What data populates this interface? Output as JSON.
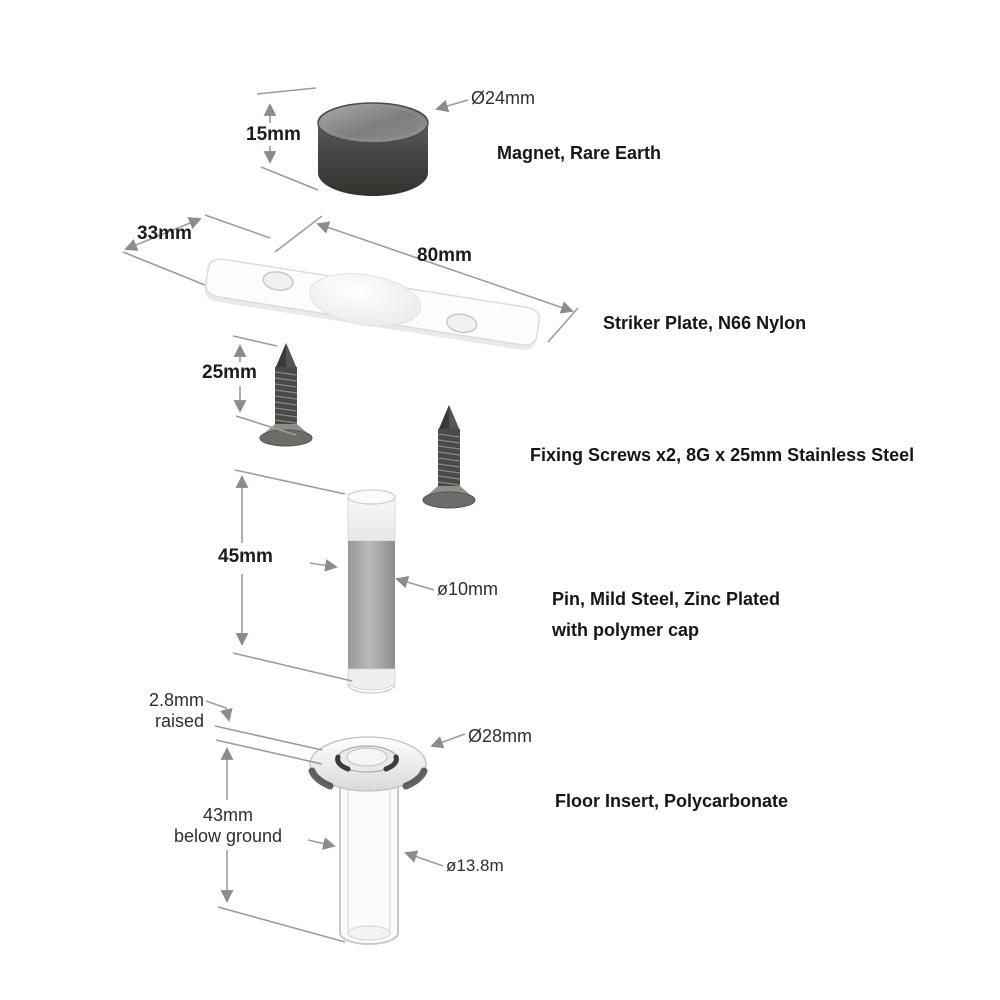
{
  "colors": {
    "background": "#ffffff",
    "dimension_line": "#8c8c8c",
    "magnet_body": "#3f3d3a",
    "steel_gray": "#4c4a47",
    "pin_gray": "#a9a9a7"
  },
  "parts": {
    "magnet": {
      "name": "Magnet, Rare Earth",
      "height": "15mm",
      "diameter": "Ø24mm"
    },
    "striker_plate": {
      "name": "Striker Plate, N66 Nylon",
      "width": "33mm",
      "length": "80mm"
    },
    "fixing_screws": {
      "name": "Fixing Screws x2, 8G x 25mm Stainless Steel",
      "length": "25mm"
    },
    "pin": {
      "name_line1": "Pin, Mild Steel, Zinc Plated",
      "name_line2": "with polymer cap",
      "height": "45mm",
      "diameter": "ø10mm"
    },
    "floor_insert": {
      "name": "Floor Insert, Polycarbonate",
      "raised_value": "2.8mm",
      "raised_label": "raised",
      "flange_diameter": "Ø28mm",
      "depth_value": "43mm",
      "depth_label": "below ground",
      "tube_diameter": "ø13.8m"
    }
  }
}
